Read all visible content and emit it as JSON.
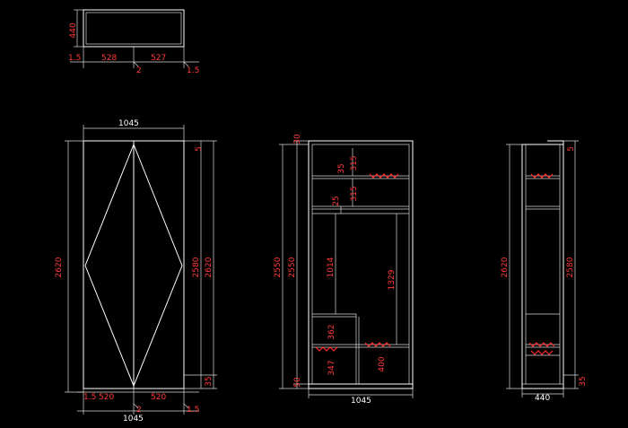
{
  "top_view": {
    "dims": {
      "depth": "440",
      "left_thk": "1.5",
      "left_w": "528",
      "right_w": "527",
      "mid": "2",
      "right_thk": "1.5"
    }
  },
  "front_view": {
    "dims": {
      "top_w": "1045",
      "left_h": "2620",
      "right_h": "2580",
      "right_h2": "2620",
      "top_gap": "5",
      "bottom_gap": "35",
      "b_thk": "1.5",
      "b_left": "520",
      "b_right": "520",
      "b_mid": "2",
      "b_total": "1045",
      "b_thk_r": "1.5"
    }
  },
  "section_view": {
    "dims": {
      "top_off": "30",
      "left_h": "2550",
      "upper1": "315",
      "upper2": "35",
      "upper3": "315",
      "rail": "25",
      "hang1": "1014",
      "hang2": "1329",
      "low1": "362",
      "low2": "347",
      "low3": "400",
      "base": "50",
      "width": "1045"
    }
  },
  "side_view": {
    "dims": {
      "left_h": "2620",
      "right_h": "2580",
      "top_gap": "5",
      "base": "35",
      "width": "440"
    }
  }
}
